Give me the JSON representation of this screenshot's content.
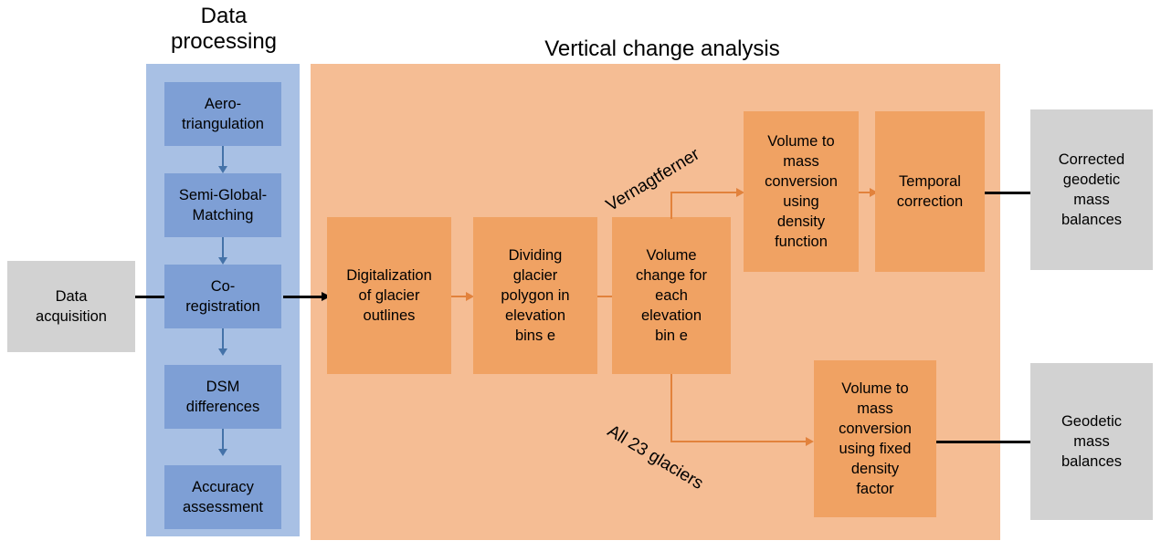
{
  "diagram": {
    "title_left": "Data\nprocessing",
    "title_right": "Vertical change analysis"
  },
  "inputs": {
    "data_acquisition": "Data\nacquisition"
  },
  "data_processing": {
    "steps": [
      {
        "label": "Aero-\ntriangulation"
      },
      {
        "label": "Semi-Global-\nMatching"
      },
      {
        "label": "Co-\nregistration"
      },
      {
        "label": "DSM\ndifferences"
      },
      {
        "label": "Accuracy\nassessment"
      }
    ]
  },
  "vertical_change_analysis": {
    "steps": [
      {
        "label": "Digitalization\nof glacier\noutlines"
      },
      {
        "label": "Dividing\nglacier\npolygon in\nelevation\nbins e"
      },
      {
        "label": "Volume\nchange for\neach\nelevation\nbin e"
      }
    ],
    "branch_upper": {
      "flow_label": "Vernagtferner",
      "conversion": "Volume to\nmass\nconversion\nusing\ndensity\nfunction",
      "correction": "Temporal\ncorrection"
    },
    "branch_lower": {
      "flow_label": "All 23 glaciers",
      "conversion": "Volume to\nmass\nconversion\nusing fixed\ndensity\nfactor"
    }
  },
  "outputs": {
    "corrected": "Corrected\ngeodetic\nmass\nbalances",
    "uncorrected": "Geodetic\nmass\nbalances"
  },
  "colors": {
    "panel_blue": "#A8C0E4",
    "node_blue": "#7E9FD5",
    "panel_orange": "#F5BD94",
    "node_orange": "#F0A263",
    "node_gray": "#D2D2D2",
    "arrow_blue": "#4472A8",
    "arrow_orange": "#E2823C",
    "arrow_black": "#000000"
  }
}
